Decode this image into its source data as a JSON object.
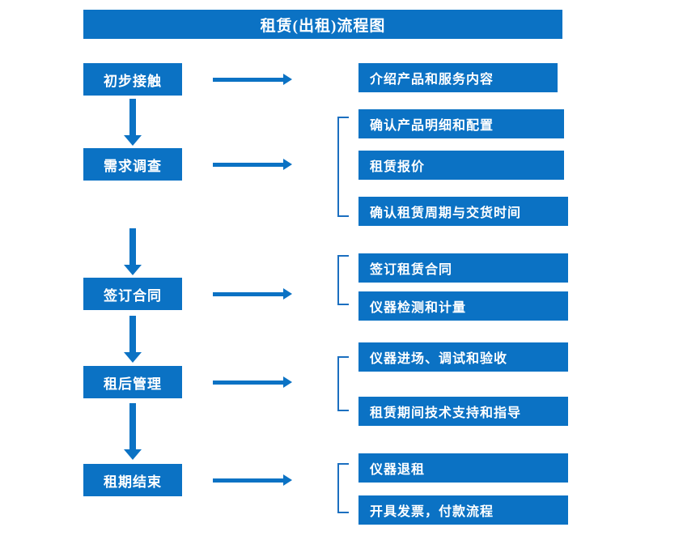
{
  "title": {
    "text": "租赁(出租)流程图"
  },
  "colors": {
    "box_blue": "#0B72C4",
    "arrow_blue": "#0B72C4",
    "bracket_blue": "#1B6FC0",
    "text_white": "#FFFFFF",
    "background": "#FFFFFF"
  },
  "stages": [
    {
      "label": "初步接触"
    },
    {
      "label": "需求调查"
    },
    {
      "label": "签订合同"
    },
    {
      "label": "租后管理"
    },
    {
      "label": "租期结束"
    }
  ],
  "details": [
    {
      "label": "介绍产品和服务内容"
    },
    {
      "label": "确认产品明细和配置"
    },
    {
      "label": "租赁报价"
    },
    {
      "label": "确认租赁周期与交货时间"
    },
    {
      "label": "签订租赁合同"
    },
    {
      "label": "仪器检测和计量"
    },
    {
      "label": "仪器进场、调试和验收"
    },
    {
      "label": "租赁期间技术支持和指导"
    },
    {
      "label": "仪器退租"
    },
    {
      "label": "开具发票，付款流程"
    }
  ],
  "groups": [
    {
      "stage": "初步接触",
      "details": [
        "介绍产品和服务内容"
      ]
    },
    {
      "stage": "需求调查",
      "details": [
        "确认产品明细和配置",
        "租赁报价",
        "确认租赁周期与交货时间"
      ]
    },
    {
      "stage": "签订合同",
      "details": [
        "签订租赁合同",
        "仪器检测和计量"
      ]
    },
    {
      "stage": "租后管理",
      "details": [
        "仪器进场、调试和验收",
        "租赁期间技术支持和指导"
      ]
    },
    {
      "stage": "租期结束",
      "details": [
        "仪器退租",
        "开具发票，付款流程"
      ]
    }
  ]
}
